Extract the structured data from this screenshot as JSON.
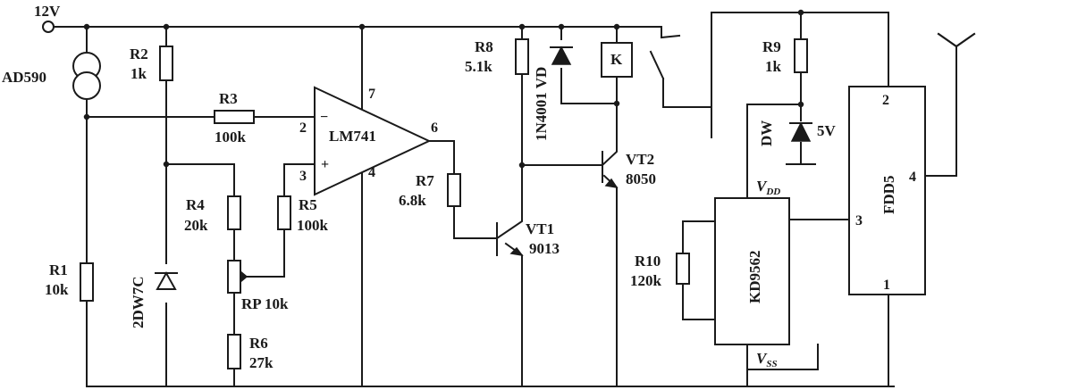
{
  "supply": "12V",
  "components": {
    "ad590": "AD590",
    "r1": {
      "ref": "R1",
      "val": "10k"
    },
    "r2": {
      "ref": "R2",
      "val": "1k"
    },
    "r3": {
      "ref": "R3",
      "val": "100k"
    },
    "r4": {
      "ref": "R4",
      "val": "20k"
    },
    "r5": {
      "ref": "R5",
      "val": "100k"
    },
    "r6": {
      "ref": "R6",
      "val": "27k"
    },
    "r7": {
      "ref": "R7",
      "val": "6.8k"
    },
    "r8": {
      "ref": "R8",
      "val": "5.1k"
    },
    "r9": {
      "ref": "R9",
      "val": "1k"
    },
    "r10": {
      "ref": "R10",
      "val": "120k"
    },
    "rp": "RP 10k",
    "zener1": "2DW7C",
    "opamp": "LM741",
    "diode_vd": "1N4001 VD",
    "relay": "K",
    "vt1": {
      "ref": "VT1",
      "val": "9013"
    },
    "vt2": {
      "ref": "VT2",
      "val": "8050"
    },
    "dw": {
      "ref": "DW",
      "val": "5V"
    },
    "kd9562": "KD9562",
    "fdd5": "FDD5",
    "vdd_main": "V",
    "vdd_sub": "DD",
    "vss_main": "V",
    "vss_sub": "SS"
  },
  "pins": {
    "op_minus": "2",
    "op_plus": "3",
    "op_v7": "7",
    "op_v4": "4",
    "op_out": "6",
    "op_minus_sym": "−",
    "op_plus_sym": "+",
    "fdd_p2": "2",
    "fdd_p3": "3",
    "fdd_p4": "4",
    "fdd_p1": "1"
  },
  "colors": {
    "ink": "#1a1a1a",
    "background": "#ffffff"
  }
}
